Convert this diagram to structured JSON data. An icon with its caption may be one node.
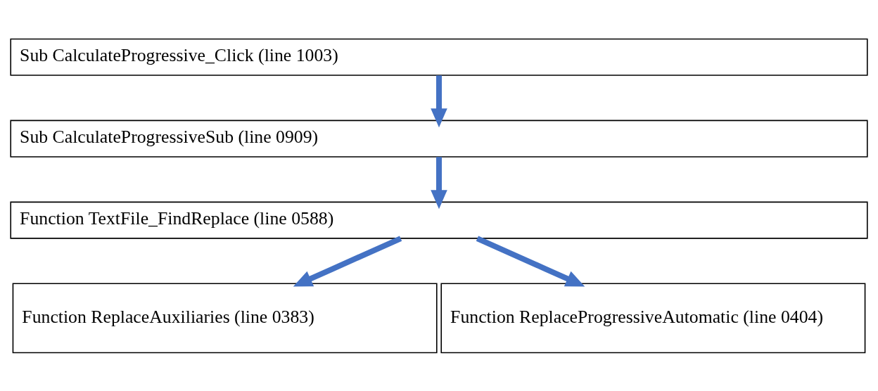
{
  "diagram": {
    "nodes": [
      {
        "text": [
          "Sub CalculateProgressive_Click (line 1003)"
        ]
      },
      {
        "text": [
          "Sub CalculateProgressiveSub (line 0909)"
        ]
      },
      {
        "text": [
          "Function TextFile_FindReplace (line 0588)"
        ]
      },
      {
        "text": [
          "Function ReplaceAuxiliaries (line 0383)"
        ]
      },
      {
        "text": [
          "Function ReplaceProgressiveAutomatic (line 0404)"
        ]
      }
    ],
    "edges": [
      {
        "from": 0,
        "to": 1,
        "arrow": "to"
      },
      {
        "from": 1,
        "to": 2,
        "arrow": "to"
      },
      {
        "from": 2,
        "to": 3,
        "arrow": "to"
      },
      {
        "from": 2,
        "to": 4,
        "arrow": "to"
      }
    ]
  }
}
